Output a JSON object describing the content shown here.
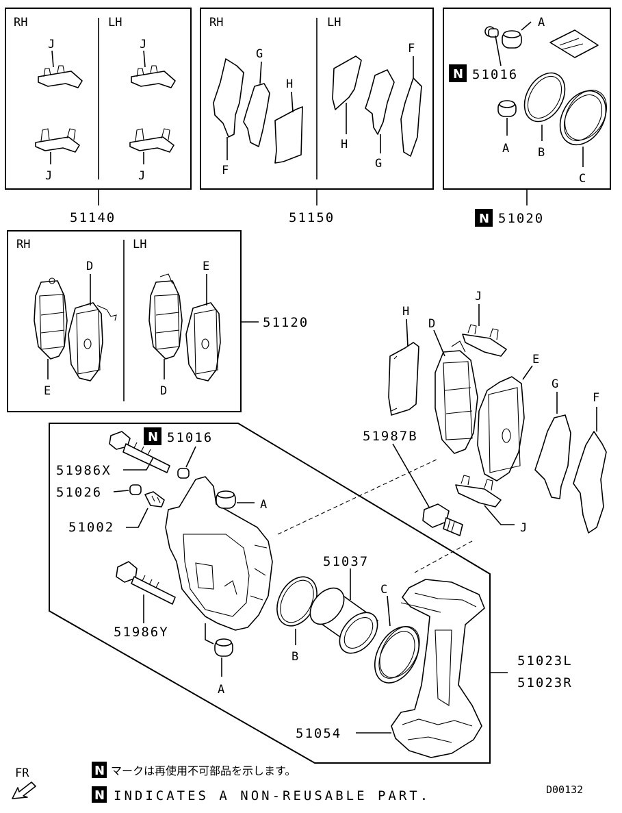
{
  "boxes": {
    "clips": {
      "rh": "RH",
      "lh": "LH",
      "part": "51140",
      "top_left": "J",
      "bottom_left": "J",
      "top_right": "J",
      "bottom_right": "J"
    },
    "shims": {
      "rh": "RH",
      "lh": "LH",
      "part": "51150",
      "f_left": "F",
      "g_left": "G",
      "h_left": "H",
      "h_right": "H",
      "g_right": "G",
      "f_right": "F"
    },
    "seal_kit": {
      "part": "51020",
      "sub_part": "51016",
      "a_top": "A",
      "a_bottom": "A",
      "b": "B",
      "c": "C"
    },
    "pads": {
      "rh": "RH",
      "lh": "LH",
      "part": "51120",
      "d_top": "D",
      "e_bottom": "E",
      "e_top": "E",
      "d_bottom": "D"
    }
  },
  "exploded": {
    "labels": {
      "p51016": "51016",
      "p51986x": "51986X",
      "p51026": "51026",
      "p51002": "51002",
      "p51986y": "51986Y",
      "p51037": "51037",
      "p51023l": "51023L",
      "p51023r": "51023R",
      "p51054": "51054",
      "p51987b": "51987B",
      "a1": "A",
      "a2": "A",
      "b": "B",
      "c": "C",
      "h": "H",
      "j_top": "J",
      "d": "D",
      "e": "E",
      "g": "G",
      "f": "F",
      "j_bottom": "J"
    }
  },
  "footer": {
    "fr": "FR",
    "note_jp": "マークは再使用不可部品を示します。",
    "note_en": "INDICATES A NON-REUSABLE PART.",
    "code": "D00132",
    "badge": "N"
  }
}
